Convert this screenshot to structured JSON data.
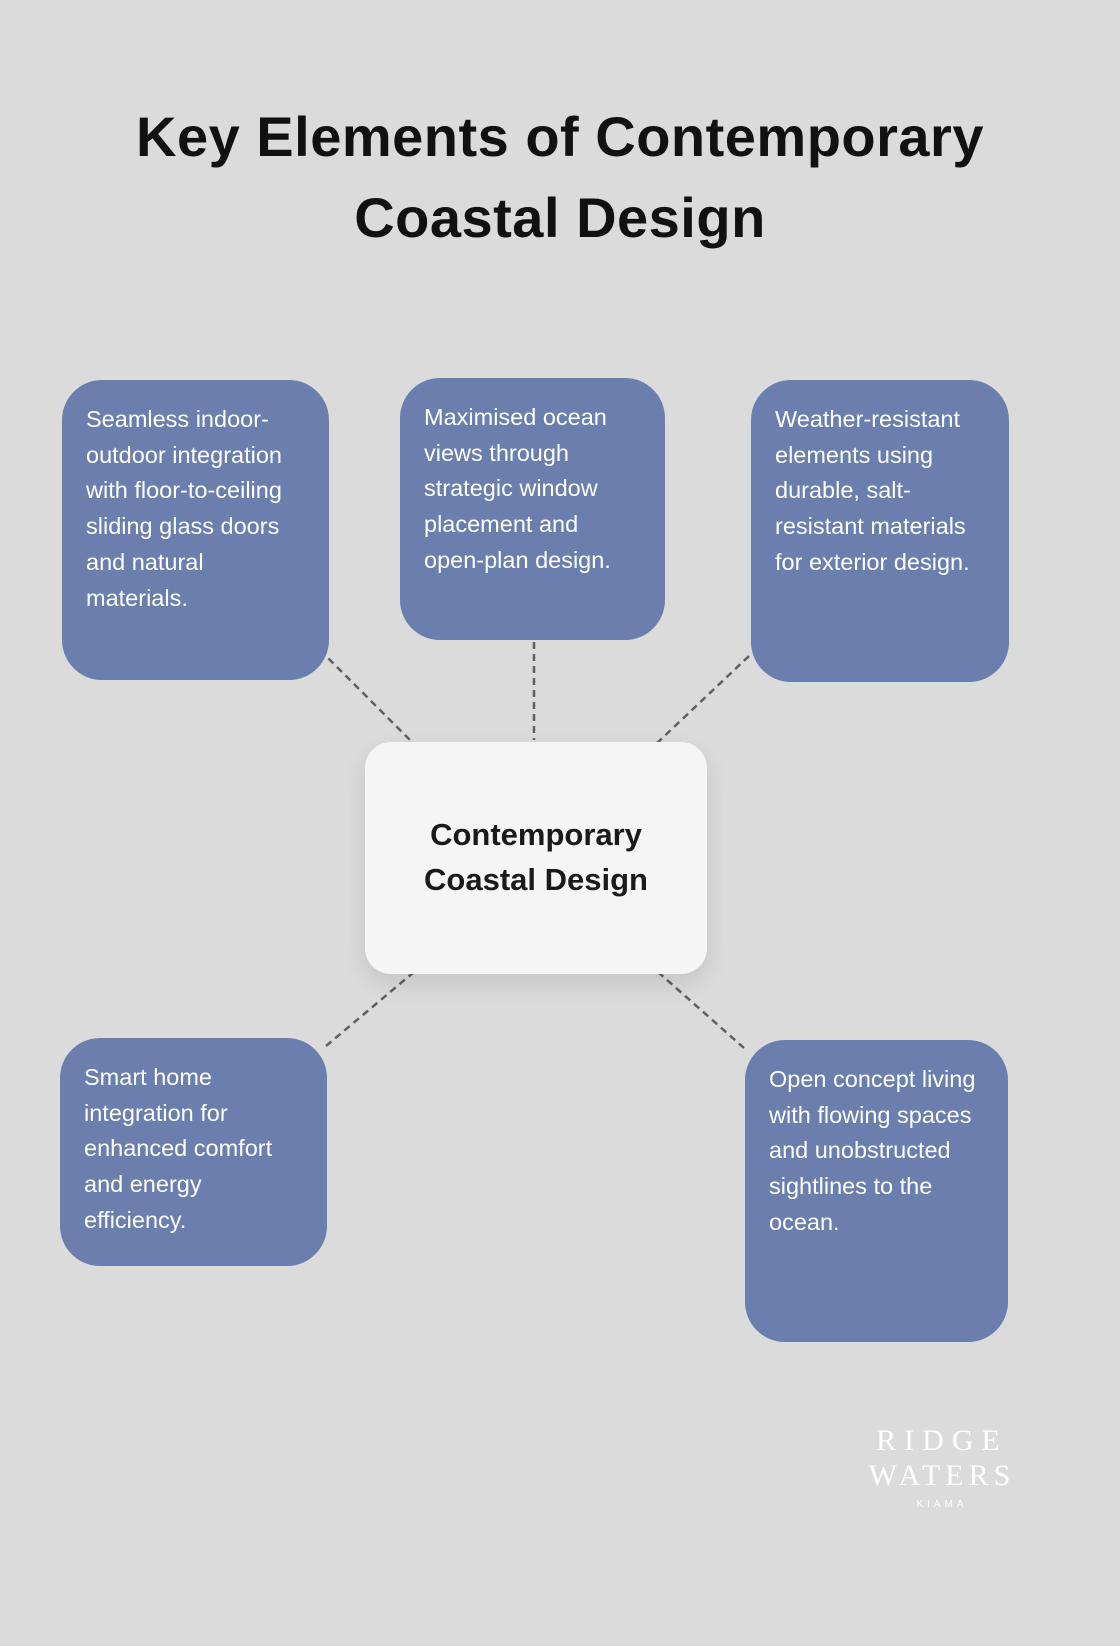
{
  "page": {
    "title": "Key Elements of Contemporary Coastal Design",
    "background_color": "#dbdbdb"
  },
  "center_node": {
    "label": "Contemporary Coastal Design"
  },
  "nodes": [
    {
      "id": "seamless-integration",
      "position": "top-left",
      "text": "Seamless indoor-outdoor integration with floor-to-ceiling sliding glass doors and natural materials."
    },
    {
      "id": "maximised-ocean-views",
      "position": "top-center",
      "text": "Maximised ocean views through strategic window placement and open-plan design."
    },
    {
      "id": "weather-resistant-elements",
      "position": "top-right",
      "text": "Weather-resistant elements using durable, salt-resistant materials for exterior design."
    },
    {
      "id": "smart-home-integration",
      "position": "bottom-left",
      "text": "Smart home integration for enhanced comfort and energy efficiency."
    },
    {
      "id": "open-concept-living",
      "position": "bottom-right",
      "text": "Open concept living with flowing spaces and unobstructed sightlines to the ocean."
    }
  ],
  "logo": {
    "line1": "RIDGE",
    "line2": "WATERS",
    "line3": "KIAMA"
  },
  "colors": {
    "node_fill": "#6a7fad",
    "node_text": "#ffffff",
    "center_fill": "#f5f5f5",
    "center_text": "#1a1a1a",
    "title_color": "#111111",
    "connector": "#606060",
    "logo_color": "#ffffff"
  }
}
